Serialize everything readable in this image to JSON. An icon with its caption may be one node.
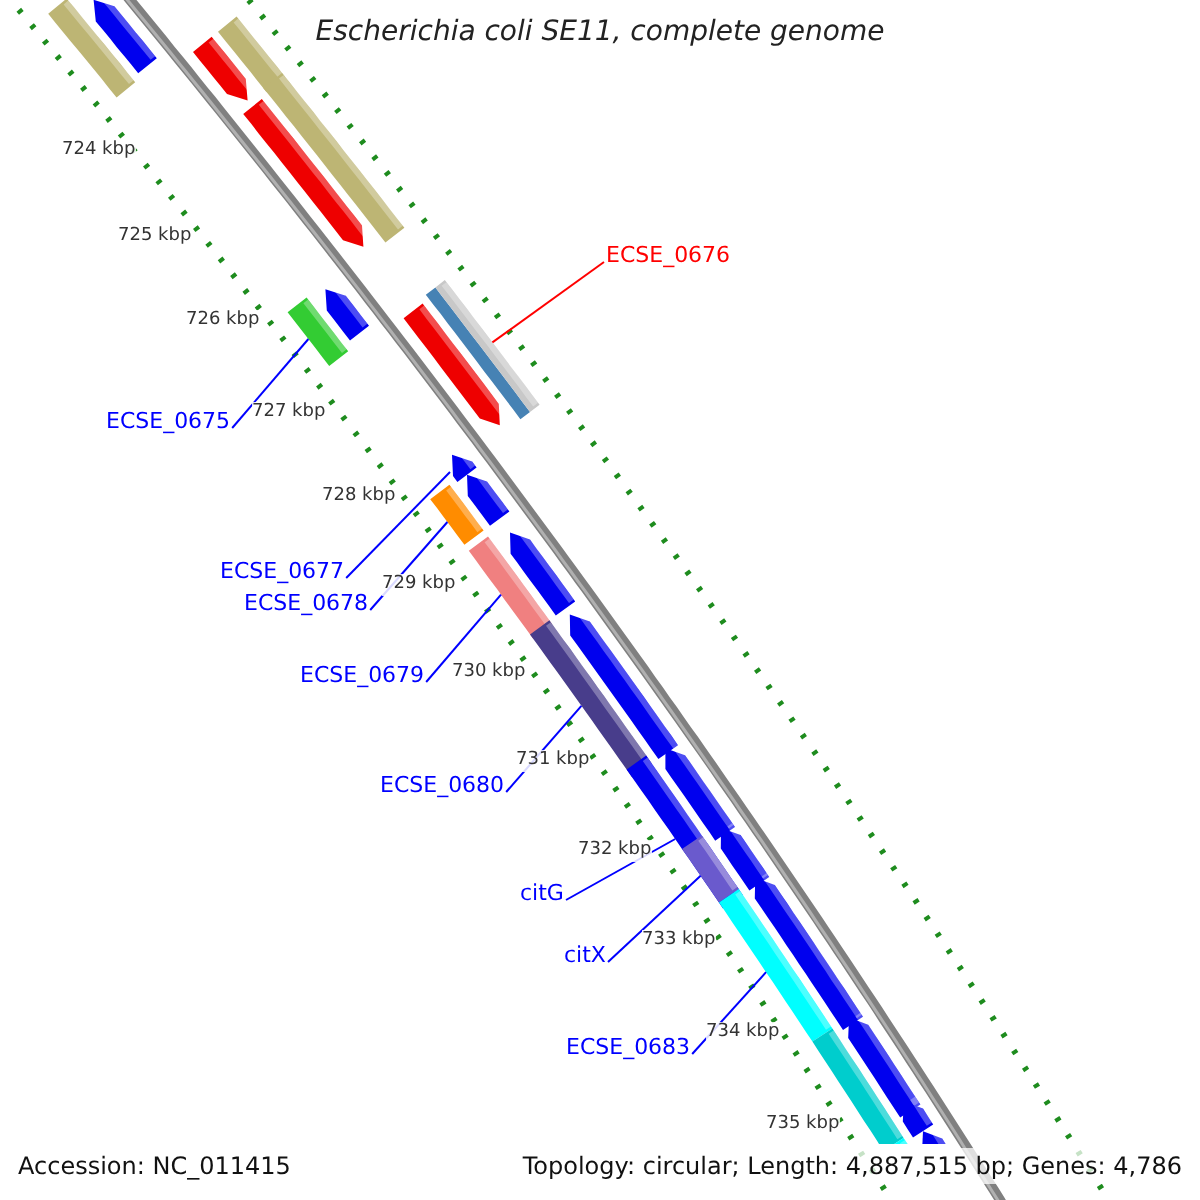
{
  "diagram": {
    "title": "Escherichia coli SE11, complete genome",
    "nodes": [
      {
        "text": [
          "ECSE_0676"
        ]
      },
      {
        "text": [
          "ECSE_0675"
        ]
      },
      {
        "text": [
          "ECSE_0677"
        ]
      },
      {
        "text": [
          "ECSE_0678"
        ]
      },
      {
        "text": [
          "ECSE_0679"
        ]
      },
      {
        "text": [
          "ECSE_0680"
        ]
      },
      {
        "text": [
          "citG"
        ]
      },
      {
        "text": [
          "citX"
        ]
      },
      {
        "text": [
          "ECSE_0683"
        ]
      },
      {
        "text": [],
        "shape": "bar"
      },
      {
        "text": [],
        "shape": "bar"
      },
      {
        "text": [],
        "shape": "bar"
      },
      {
        "text": [],
        "shape": "bar"
      },
      {
        "text": [],
        "shape": "bar"
      },
      {
        "text": [],
        "shape": "bar"
      },
      {
        "text": [],
        "shape": "bar"
      },
      {
        "text": [],
        "shape": "bar"
      },
      {
        "text": [],
        "shape": "bar"
      },
      {
        "text": [],
        "shape": "bar"
      },
      {
        "text": [],
        "shape": "bar"
      },
      {
        "text": [],
        "shape": "bar"
      },
      {
        "text": [],
        "shape": "bar"
      },
      {
        "text": [],
        "shape": "bar"
      },
      {
        "text": [],
        "shape": "bar"
      },
      {
        "text": [],
        "shape": "bar"
      },
      {
        "text": [],
        "shape": "bar"
      },
      {
        "text": [],
        "shape": "bar"
      },
      {
        "text": [],
        "shape": "bar"
      },
      {
        "text": [],
        "shape": "bar",
        "in": 26
      },
      {
        "text": [],
        "shape": "bar"
      },
      {
        "text": [],
        "shape": "bar"
      },
      {
        "text": [],
        "shape": "bar"
      },
      {
        "text": [],
        "shape": "bar"
      },
      {
        "text": [],
        "shape": "bar"
      },
      {
        "text": [],
        "shape": "bar"
      },
      {
        "text": [],
        "shape": "bar"
      },
      {
        "text": [],
        "shape": "bar"
      }
    ],
    "edges": [
      {
        "from": 0,
        "to": 17,
        "arrow": "none",
        "color": "#ff0000"
      },
      {
        "from": 1,
        "to": 15,
        "arrow": "none"
      },
      {
        "from": 2,
        "to": 19,
        "arrow": "none"
      },
      {
        "from": 3,
        "to": 20,
        "arrow": "none"
      },
      {
        "from": 4,
        "to": 22,
        "arrow": "none"
      },
      {
        "from": 5,
        "to": 24,
        "arrow": "none"
      },
      {
        "from": 6,
        "to": 26,
        "arrow": "none"
      },
      {
        "from": 7,
        "to": 28,
        "arrow": "none"
      },
      {
        "from": 8,
        "to": 30,
        "arrow": "none"
      }
    ],
    "labels": [
      "724 kbp",
      "725 kbp",
      "726 kbp",
      "727 kbp",
      "728 kbp",
      "729 kbp",
      "730 kbp",
      "731 kbp",
      "732 kbp",
      "733 kbp",
      "734 kbp",
      "735 kbp",
      "Accession: NC_011415",
      "Topology: circular; Length: 4,887,515 bp; Genes: 4,786"
    ]
  }
}
